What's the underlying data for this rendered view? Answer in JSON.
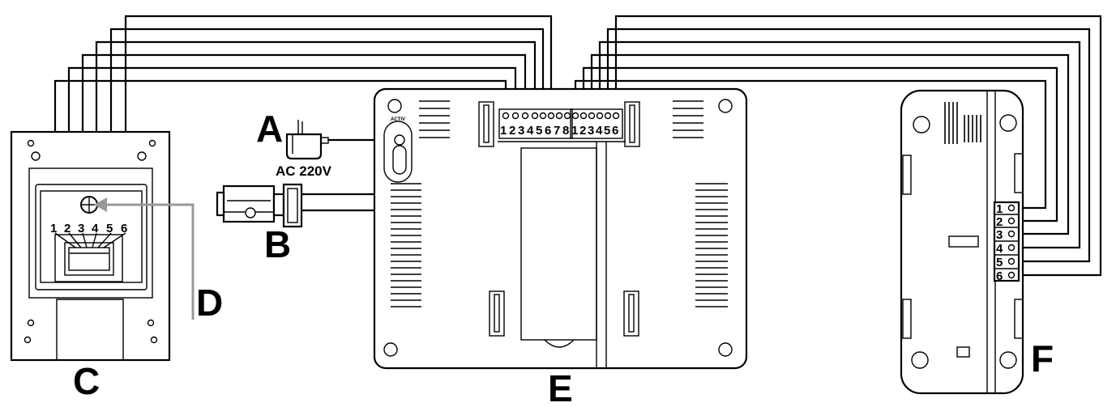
{
  "labels": {
    "a": "A",
    "b": "B",
    "c": "C",
    "d": "D",
    "e": "E",
    "f": "F",
    "power": "AC 220V",
    "active": "ACTIV"
  },
  "camera_pins": [
    "1",
    "2",
    "3",
    "4",
    "5",
    "6"
  ],
  "monitor_left_terminals": [
    "1",
    "2",
    "3",
    "4",
    "5",
    "6",
    "7",
    "8"
  ],
  "monitor_right_terminals": [
    "1",
    "2",
    "3",
    "4",
    "5",
    "6"
  ],
  "handset_terminals": [
    "1",
    "2",
    "3",
    "4",
    "5",
    "6"
  ],
  "colors": {
    "line": "#000000",
    "pointer": "#999999",
    "background": "#ffffff"
  }
}
